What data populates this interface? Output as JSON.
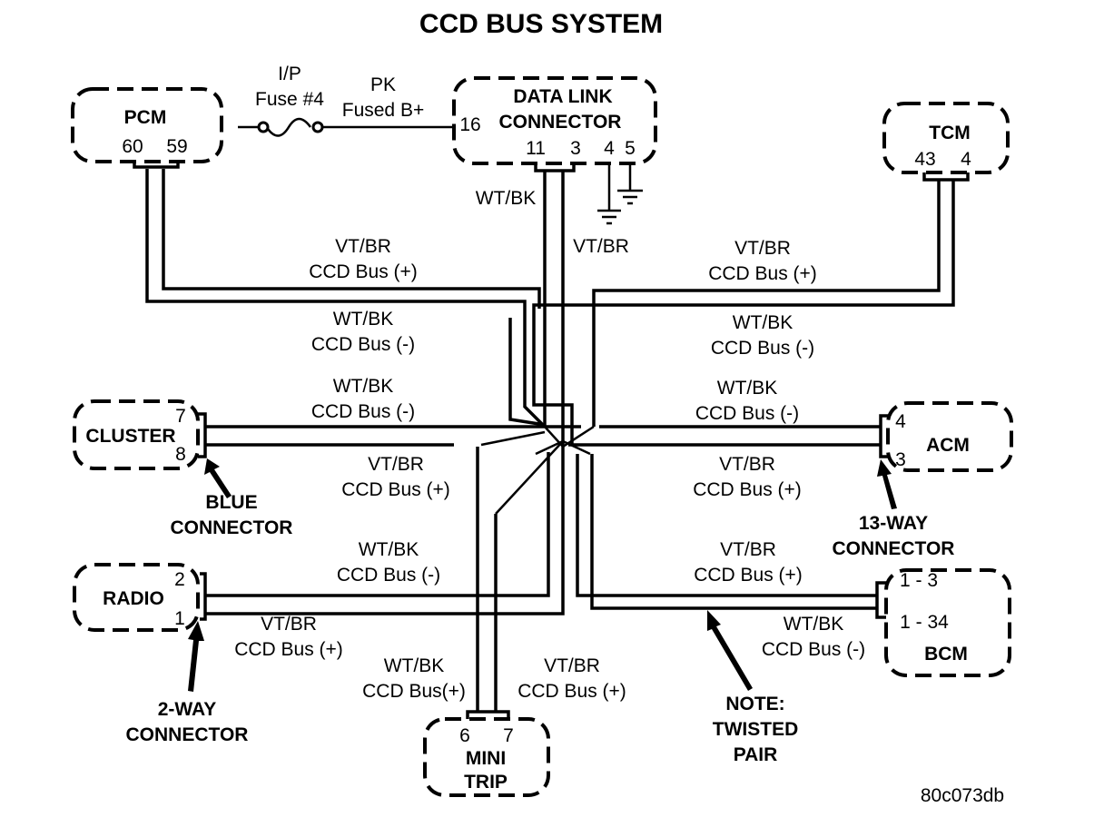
{
  "title": "CCD BUS SYSTEM",
  "figure_id": "80c073db",
  "modules": {
    "pcm": {
      "name": "PCM",
      "pins": [
        "60",
        "59"
      ]
    },
    "dlc": {
      "name_line1": "DATA LINK",
      "name_line2": "CONNECTOR",
      "pins": [
        "16",
        "11",
        "3",
        "4",
        "5"
      ]
    },
    "tcm": {
      "name": "TCM",
      "pins": [
        "43",
        "4"
      ]
    },
    "cluster": {
      "name": "CLUSTER",
      "pins": [
        "7",
        "8"
      ]
    },
    "acm": {
      "name": "ACM",
      "pins": [
        "4",
        "3"
      ]
    },
    "radio": {
      "name": "RADIO",
      "pins": [
        "2",
        "1"
      ]
    },
    "bcm": {
      "name": "BCM",
      "pins": [
        "1 - 3",
        "1 - 34"
      ]
    },
    "minitrip": {
      "name_line1": "MINI",
      "name_line2": "TRIP",
      "pins": [
        "6",
        "7"
      ]
    }
  },
  "fuse": {
    "line1": "I/P",
    "line2": "Fuse #4"
  },
  "feed": {
    "line1": "PK",
    "line2": "Fused B+"
  },
  "wire_labels": {
    "dlc_wtbk": "WT/BK",
    "dlc_vtbr": "VT/BR",
    "pcm_plus": {
      "color": "VT/BR",
      "signal": "CCD Bus (+)"
    },
    "pcm_minus": {
      "color": "WT/BK",
      "signal": "CCD Bus (-)"
    },
    "tcm_plus": {
      "color": "VT/BR",
      "signal": "CCD Bus (+)"
    },
    "tcm_minus": {
      "color": "WT/BK",
      "signal": "CCD Bus (-)"
    },
    "cluster_minus": {
      "color": "WT/BK",
      "signal": "CCD Bus (-)"
    },
    "cluster_plus": {
      "color": "VT/BR",
      "signal": "CCD Bus (+)"
    },
    "acm_minus": {
      "color": "WT/BK",
      "signal": "CCD Bus (-)"
    },
    "acm_plus": {
      "color": "VT/BR",
      "signal": "CCD Bus (+)"
    },
    "radio_minus": {
      "color": "WT/BK",
      "signal": "CCD Bus (-)"
    },
    "radio_plus": {
      "color": "VT/BR",
      "signal": "CCD Bus (+)"
    },
    "bcm_plus": {
      "color": "VT/BR",
      "signal": "CCD Bus (+)"
    },
    "bcm_minus": {
      "color": "WT/BK",
      "signal": "CCD Bus (-)"
    },
    "minitrip_left": {
      "color": "WT/BK",
      "signal": "CCD Bus(+)"
    },
    "minitrip_right": {
      "color": "VT/BR",
      "signal": "CCD Bus (+)"
    }
  },
  "callouts": {
    "blue_connector": {
      "line1": "BLUE",
      "line2": "CONNECTOR"
    },
    "thirteen_way": {
      "line1": "13-WAY",
      "line2": "CONNECTOR"
    },
    "two_way": {
      "line1": "2-WAY",
      "line2": "CONNECTOR"
    },
    "twisted_pair": {
      "line1": "NOTE:",
      "line2": "TWISTED",
      "line3": "PAIR"
    }
  }
}
